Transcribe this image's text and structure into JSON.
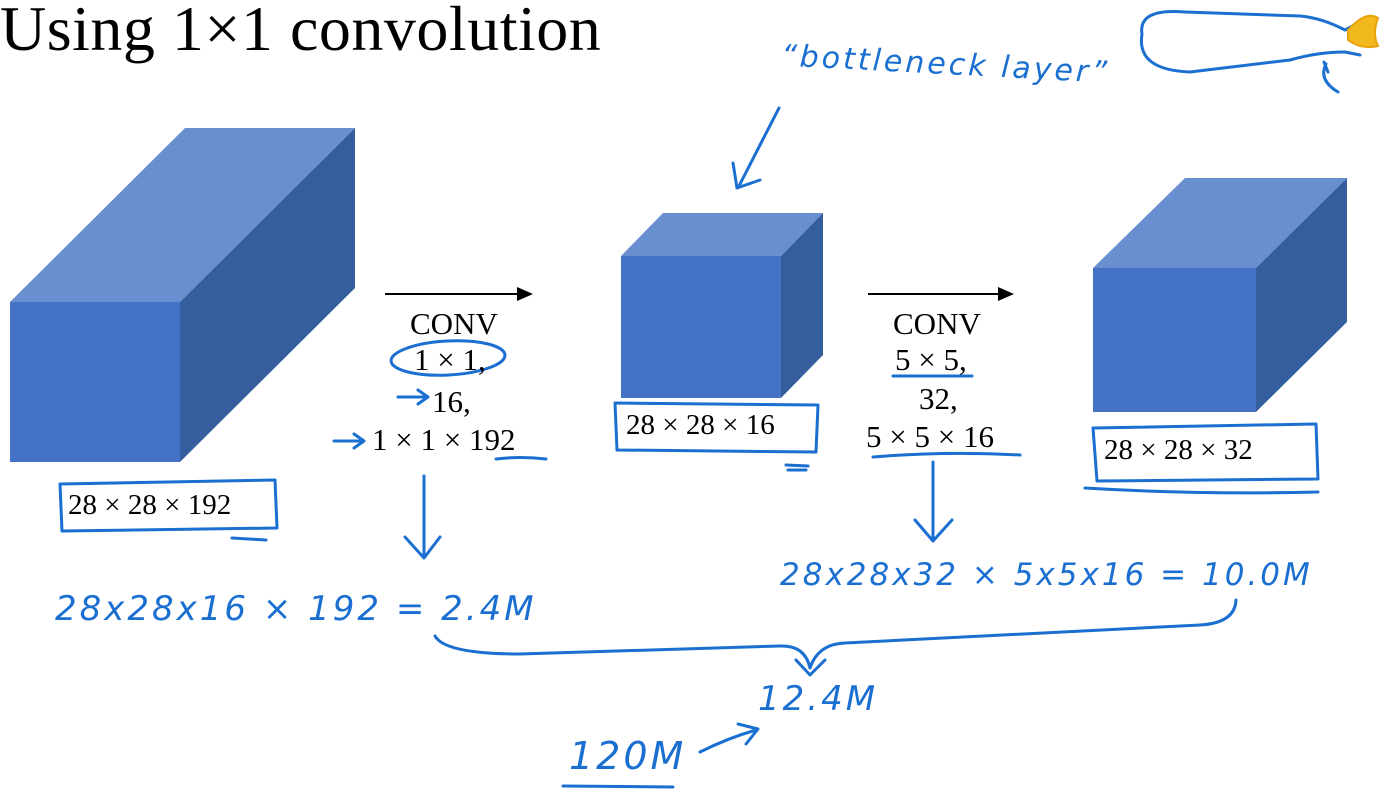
{
  "title": "Using 1×1 convolution",
  "annotation_bottleneck": "“bottleneck layer”",
  "volumes": [
    {
      "label": "28 × 28 × 192"
    },
    {
      "label": "28 × 28 × 16"
    },
    {
      "label": "28 × 28 × 32"
    }
  ],
  "conv1": {
    "op": "CONV",
    "filter": "1 × 1,",
    "count": "16,",
    "shape": "1 × 1 × 192"
  },
  "conv2": {
    "op": "CONV",
    "filter": "5 × 5,",
    "count": "32,",
    "shape": "5 × 5 × 16"
  },
  "calc1": "28x28x16 × 192 = 2.4M",
  "calc2": "28x28x32 × 5x5x16 = 10.0M",
  "total": "12.4M",
  "comparison": "120M",
  "colors": {
    "front": "#4472c4",
    "top": "#6a8fd0",
    "side": "#355e9e",
    "ink": "#1a6fd1",
    "highlight": "#f2b91f"
  }
}
